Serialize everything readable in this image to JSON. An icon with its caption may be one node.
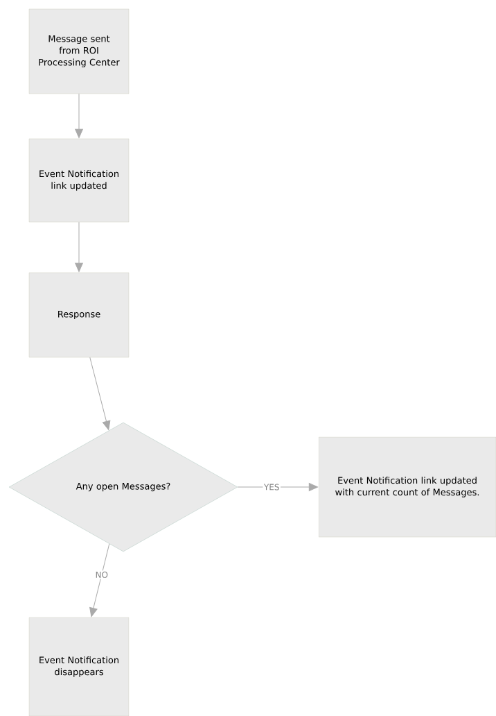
{
  "diagram": {
    "nodes": [
      {
        "text": [
          "Message sent from ROI Processing Center"
        ]
      },
      {
        "text": [
          "Event Notification link updated"
        ]
      },
      {
        "text": [
          "Response"
        ]
      },
      {
        "text": [
          "Any open Messages?"
        ]
      },
      {
        "text": [
          "Event Notification link updated with current count of Messages."
        ]
      },
      {
        "text": [
          "Event Notification disappears"
        ]
      }
    ],
    "edges": [
      {
        "from": 0,
        "to": 1,
        "arrow": "to"
      },
      {
        "from": 1,
        "to": 2,
        "arrow": "to"
      },
      {
        "from": 2,
        "to": 3,
        "arrow": "to"
      },
      {
        "from": 3,
        "to": 4,
        "arrow": "to",
        "label": "YES"
      },
      {
        "from": 3,
        "to": 5,
        "arrow": "to",
        "label": "NO"
      }
    ]
  }
}
